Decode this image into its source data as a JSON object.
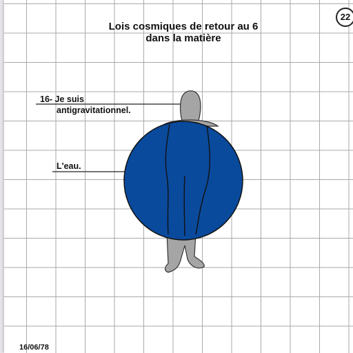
{
  "title": {
    "line1": "Lois cosmiques de retour au 6",
    "line2": "dans la matière"
  },
  "page_number": "22",
  "labels": {
    "first_line": "16- Je suis",
    "second_line": "antigravitationnel.",
    "water": "L'eau."
  },
  "date": "16/06/78",
  "colors": {
    "sphere": "#0a4a9c",
    "figure": "#a5a5a5",
    "grid": "#a9a9a9"
  }
}
